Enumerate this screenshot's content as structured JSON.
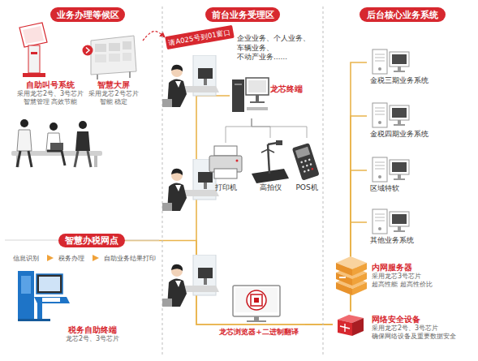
{
  "diagram": {
    "nodes": [
      {
        "text": [
          "业务办理等候区"
        ]
      },
      {
        "text": [
          "前台业务受理区"
        ]
      },
      {
        "text": [
          "后台核心业务系统"
        ]
      },
      {
        "text": [
          "自助叫号系统",
          "采用龙芯2号、3号芯片 智慧管理 高效节能"
        ]
      },
      {
        "text": [
          "智慧大屏",
          "采用龙芯2号芯片 智能 稳定"
        ]
      },
      {
        "text": [
          "请A025号到01窗口"
        ]
      },
      {
        "text": [
          "龙芯终端"
        ]
      },
      {
        "text": [
          "打印机"
        ]
      },
      {
        "text": [
          "高拍仪"
        ]
      },
      {
        "text": [
          "POS机"
        ]
      },
      {
        "text": [
          "智慧办税网点"
        ]
      },
      {
        "text": [
          "税务自助终端",
          "龙芯2号、3号芯片"
        ]
      },
      {
        "text": [
          "龙芯浏览器+二进制翻译"
        ]
      },
      {
        "text": [
          "金税三期业务系统"
        ]
      },
      {
        "text": [
          "金税四期业务系统"
        ]
      },
      {
        "text": [
          "区域特软"
        ]
      },
      {
        "text": [
          "其他业务系统"
        ]
      },
      {
        "text": [
          "内网服务器",
          "采用龙芯3号芯片 超高性能 超高性价比"
        ]
      },
      {
        "text": [
          "网络安全设备",
          "采用龙芯2号、3号芯片 确保网络设备及重要数据安全"
        ]
      }
    ],
    "edges": [
      {
        "from": 4,
        "to": 5,
        "arrow": "to"
      },
      {
        "from": 6,
        "to": 7,
        "arrow": "none"
      },
      {
        "from": 6,
        "to": 8,
        "arrow": "none"
      },
      {
        "from": 6,
        "to": 9,
        "arrow": "none"
      },
      {
        "from": 6,
        "to": 18,
        "arrow": "none"
      },
      {
        "from": 10,
        "to": 18,
        "arrow": "none"
      },
      {
        "from": 12,
        "to": 18,
        "arrow": "none"
      },
      {
        "from": 18,
        "to": 17,
        "arrow": "none"
      },
      {
        "from": 18,
        "to": 13,
        "arrow": "none"
      },
      {
        "from": 18,
        "to": 14,
        "arrow": "none"
      },
      {
        "from": 18,
        "to": 15,
        "arrow": "none"
      },
      {
        "from": 18,
        "to": 16,
        "arrow": "none"
      }
    ],
    "labels": [
      "企业业务、个人业务、车辆业务、不动产业务……",
      "信息识别",
      "税务办理",
      "自助业务结果打印"
    ]
  }
}
